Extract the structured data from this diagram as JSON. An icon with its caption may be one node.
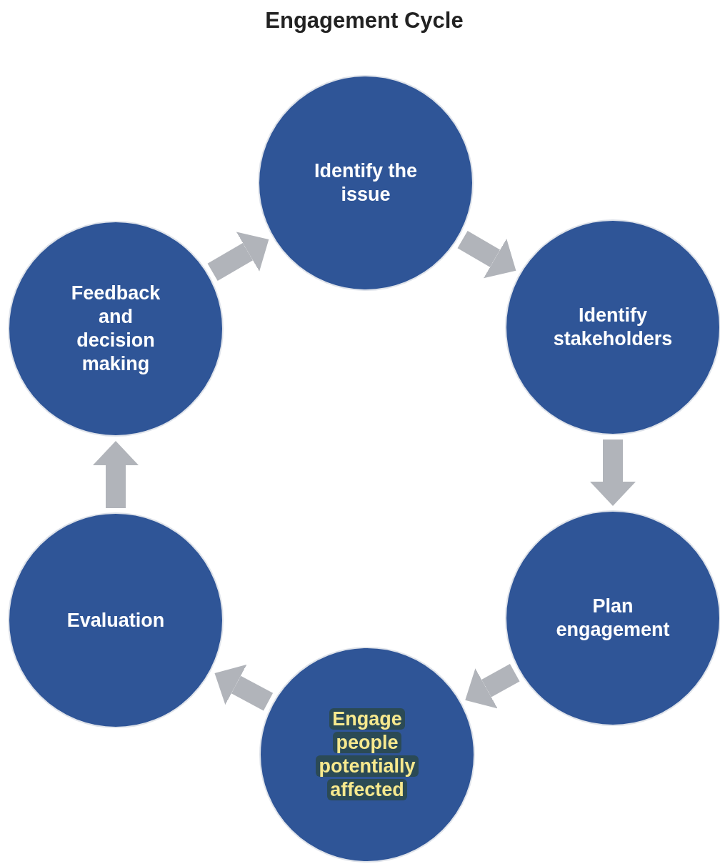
{
  "diagram": {
    "title": "Engagement Cycle",
    "nodes": [
      {
        "text": [
          "Identify the issue"
        ]
      },
      {
        "text": [
          "Identify stakeholders"
        ]
      },
      {
        "text": [
          "Plan engagement"
        ]
      },
      {
        "text": [
          "Engage people potentially affected"
        ]
      },
      {
        "text": [
          "Evaluation"
        ]
      },
      {
        "text": [
          "Feedback and decision making"
        ]
      }
    ],
    "edges": [
      {
        "from": 0,
        "to": 1,
        "arrow": "to"
      },
      {
        "from": 1,
        "to": 2,
        "arrow": "to"
      },
      {
        "from": 2,
        "to": 3,
        "arrow": "to"
      },
      {
        "from": 3,
        "to": 4,
        "arrow": "to"
      },
      {
        "from": 4,
        "to": 5,
        "arrow": "to"
      },
      {
        "from": 5,
        "to": 0,
        "arrow": "to"
      }
    ]
  }
}
